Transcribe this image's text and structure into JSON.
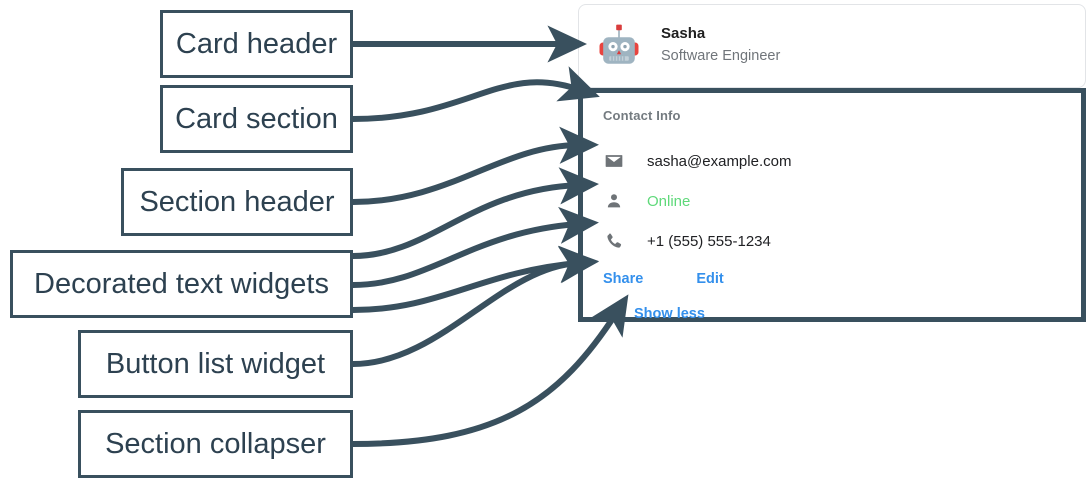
{
  "annotations": {
    "labels": [
      {
        "id": "card-header",
        "text": "Card header"
      },
      {
        "id": "card-section",
        "text": "Card section"
      },
      {
        "id": "section-header",
        "text": "Section header"
      },
      {
        "id": "decorated-text",
        "text": "Decorated text widgets"
      },
      {
        "id": "button-list",
        "text": "Button list widget"
      },
      {
        "id": "section-collapser",
        "text": "Section collapser"
      }
    ],
    "line_color": "#39505e"
  },
  "card": {
    "header": {
      "avatar_icon": "robot-avatar-icon",
      "title": "Sasha",
      "subtitle": "Software Engineer"
    },
    "section": {
      "header": "Contact Info",
      "rows": [
        {
          "icon": "email-icon",
          "text": "sasha@example.com",
          "state": "normal"
        },
        {
          "icon": "person-icon",
          "text": "Online",
          "state": "online"
        },
        {
          "icon": "phone-icon",
          "text": "+1 (555) 555-1234",
          "state": "normal"
        }
      ],
      "buttons": [
        {
          "label": "Share"
        },
        {
          "label": "Edit"
        }
      ],
      "collapser": {
        "label": "Show less"
      }
    }
  },
  "colors": {
    "annotation": "#39505e",
    "link": "#3490ec",
    "online": "#5fd97a",
    "muted": "#70757a",
    "section_label": "#747b80"
  }
}
